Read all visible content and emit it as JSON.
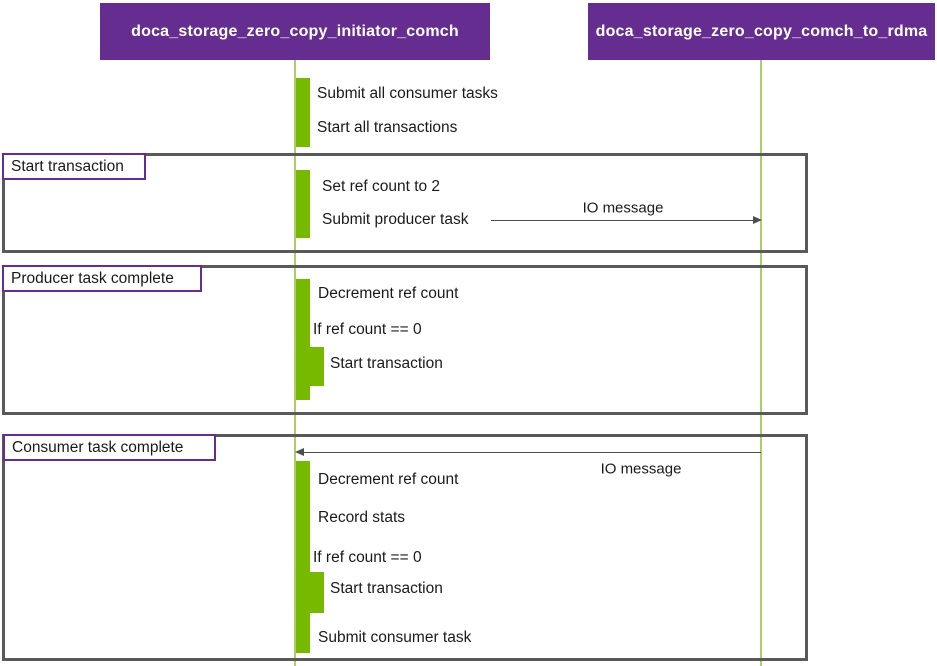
{
  "participants": [
    {
      "label": "doca_storage_zero_copy_initiator_comch"
    },
    {
      "label": "doca_storage_zero_copy_comch_to_rdma"
    }
  ],
  "intro": {
    "steps": [
      "Submit all consumer tasks",
      "Start all transactions"
    ]
  },
  "frames": [
    {
      "title": "Start transaction",
      "steps": [
        "Set ref count to 2",
        "Submit producer task"
      ],
      "message": {
        "label": "IO message",
        "direction": "right"
      }
    },
    {
      "title": "Producer task complete",
      "steps": [
        "Decrement ref count",
        "If ref count == 0",
        "Start transaction"
      ]
    },
    {
      "title": "Consumer task complete",
      "message": {
        "label": "IO message",
        "direction": "left"
      },
      "steps": [
        "Decrement ref count",
        "Record stats",
        "If ref count == 0",
        "Start transaction",
        "Submit consumer task"
      ]
    }
  ],
  "colors": {
    "participant_bg": "#662d91",
    "participant_text": "#ffffff",
    "activation": "#76b900",
    "lifeline": "#a7d166",
    "frame_border": "#595959",
    "label_border": "#662d91",
    "arrow": "#4d4d4d",
    "text": "#1a1a1a"
  }
}
